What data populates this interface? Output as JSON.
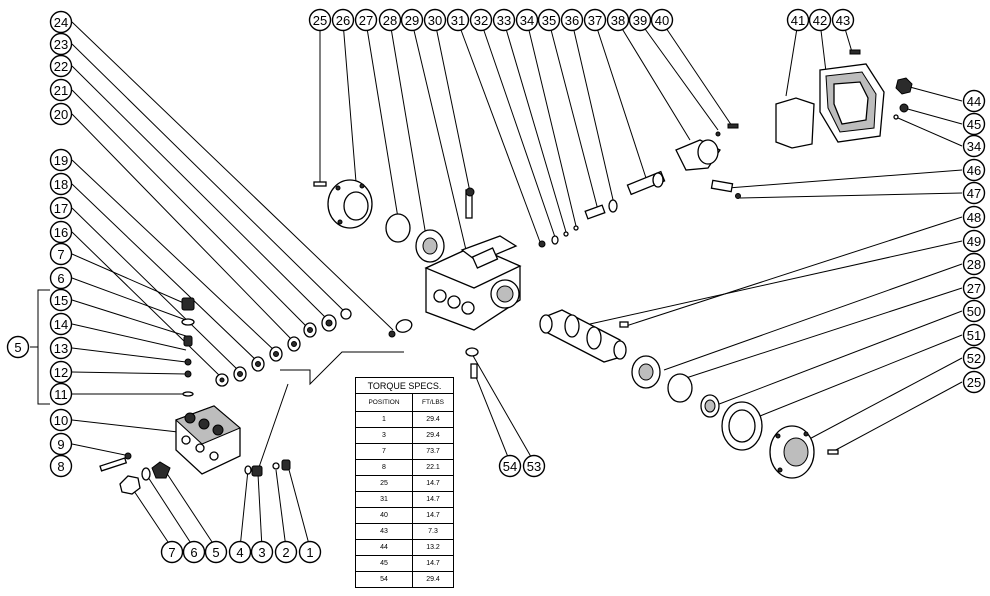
{
  "callouts": {
    "c24": "24",
    "c23": "23",
    "c22": "22",
    "c21": "21",
    "c20": "20",
    "c19": "19",
    "c18": "18",
    "c17": "17",
    "c16": "16",
    "c7a": "7",
    "c6a": "6",
    "c15": "15",
    "c14": "14",
    "c13": "13",
    "c12": "12",
    "c11": "11",
    "c5a": "5",
    "c10": "10",
    "c9": "9",
    "c8": "8",
    "c7b": "7",
    "c6b": "6",
    "c5b": "5",
    "c4": "4",
    "c3": "3",
    "c2": "2",
    "c1": "1",
    "c25a": "25",
    "c26": "26",
    "c27a": "27",
    "c28a": "28",
    "c29": "29",
    "c30": "30",
    "c31": "31",
    "c32": "32",
    "c33": "33",
    "c34a": "34",
    "c35": "35",
    "c36": "36",
    "c37": "37",
    "c38": "38",
    "c39": "39",
    "c40": "40",
    "c41": "41",
    "c42": "42",
    "c43": "43",
    "c44": "44",
    "c45": "45",
    "c34b": "34",
    "c46": "46",
    "c47": "47",
    "c48": "48",
    "c49": "49",
    "c28b": "28",
    "c27b": "27",
    "c50": "50",
    "c51": "51",
    "c52": "52",
    "c25b": "25",
    "c54": "54",
    "c53": "53"
  },
  "torque_table": {
    "title": "TORQUE SPECS.",
    "col_position": "POSITION",
    "col_value": "FT/LBS",
    "rows": [
      {
        "position": "1",
        "value": "29.4"
      },
      {
        "position": "3",
        "value": "29.4"
      },
      {
        "position": "7",
        "value": "73.7"
      },
      {
        "position": "8",
        "value": "22.1"
      },
      {
        "position": "25",
        "value": "14.7"
      },
      {
        "position": "31",
        "value": "14.7"
      },
      {
        "position": "40",
        "value": "14.7"
      },
      {
        "position": "43",
        "value": "7.3"
      },
      {
        "position": "44",
        "value": "13.2"
      },
      {
        "position": "45",
        "value": "14.7"
      },
      {
        "position": "54",
        "value": "29.4"
      }
    ]
  }
}
